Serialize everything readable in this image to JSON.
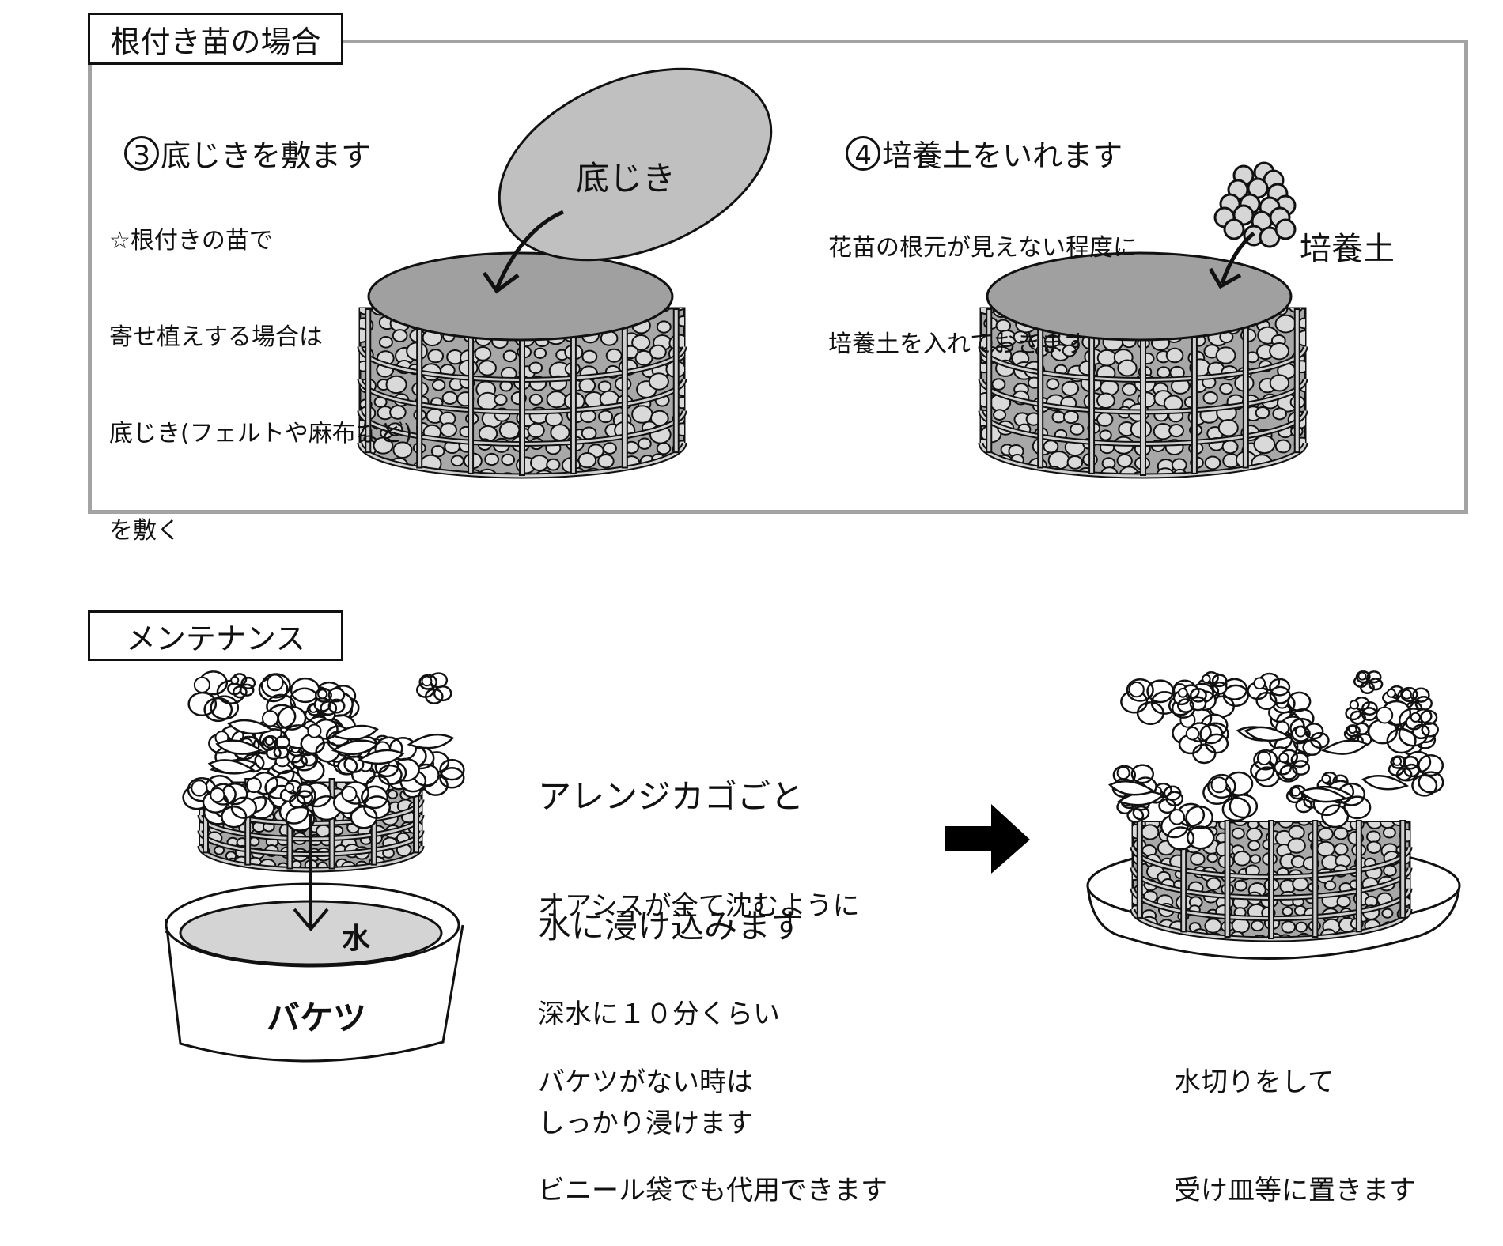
{
  "top_section": {
    "title": "根付き苗の場合",
    "step3": {
      "number": "3",
      "heading": "底じきを敷ます",
      "note_lines": [
        "☆根付きの苗で",
        "寄せ植えする場合は",
        "底じき(フェルトや麻布など)",
        "を敷く"
      ],
      "sheet_label": "底じき"
    },
    "step4": {
      "number": "4",
      "heading": "培養土をいれます",
      "note_lines": [
        "花苗の根元が見えない程度に",
        "培養土を入れておきます"
      ],
      "soil_label": "培養土"
    }
  },
  "maintenance_section": {
    "title": "メンテナンス",
    "water_label": "水",
    "bucket_label": "バケツ",
    "heading_lines": [
      "アレンジカゴごと",
      "水に浸け込みます"
    ],
    "instruction_lines": [
      "オアシスが全て沈むように",
      "深水に１０分くらい",
      "しっかり浸けます"
    ],
    "alt_lines": [
      "バケツがない時は",
      "ビニール袋でも代用できます"
    ],
    "after_lines": [
      "水切りをして",
      "受け皿等に置きます"
    ]
  },
  "colors": {
    "frame": "#a3a3a3",
    "sheet": "#c0c0c0",
    "disc": "#a0a0a0",
    "pebble": "#d9d9d9",
    "water": "#d4d4d4"
  }
}
